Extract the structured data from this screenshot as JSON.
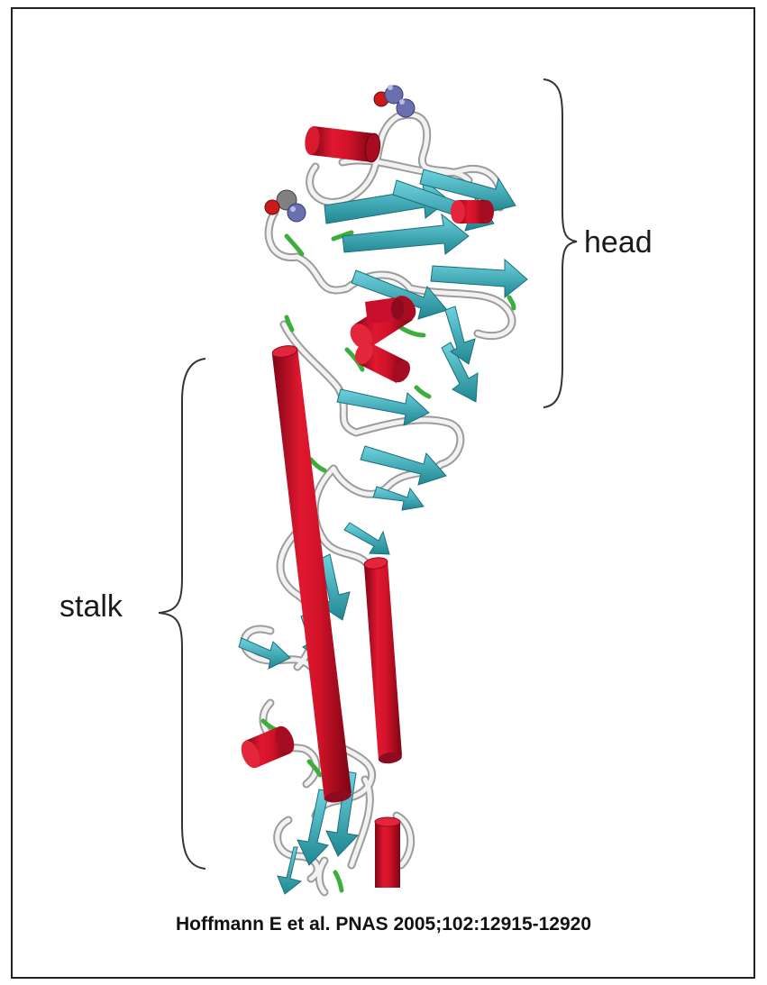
{
  "labels": {
    "head": "head",
    "stalk": "stalk"
  },
  "citation": "Hoffmann E et al. PNAS 2005;102:12915-12920",
  "colors": {
    "helix": "#c8102e",
    "helix_dark": "#8e0a1f",
    "strand": "#3fb6c4",
    "strand_dark": "#1f8793",
    "coil": "#e6e6e6",
    "coil_outline": "#9c9c9c",
    "turn": "#3cae3c",
    "atom_nitrogen": "#6a6fb0",
    "atom_oxygen": "#cc1a1a",
    "atom_carbon": "#808080"
  }
}
